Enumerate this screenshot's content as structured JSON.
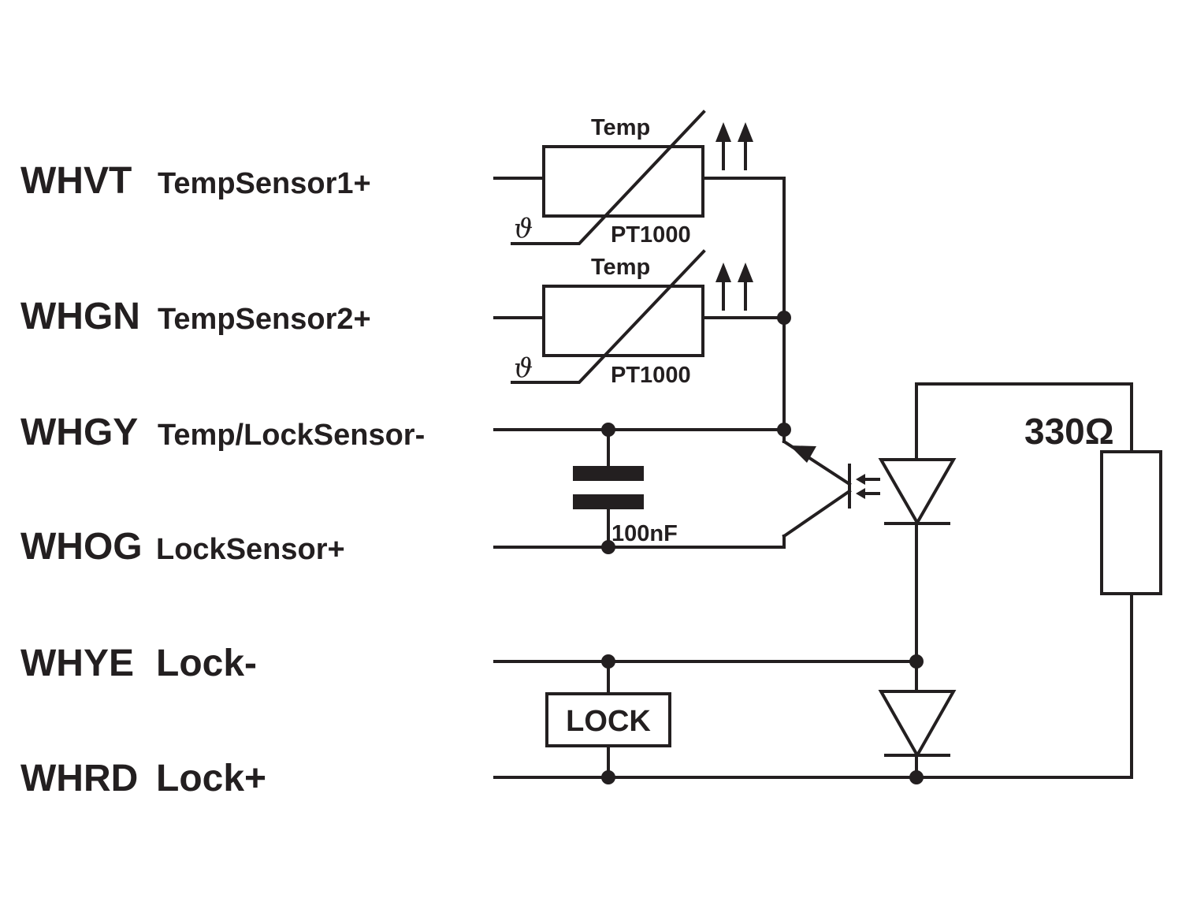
{
  "terminals": [
    {
      "code": "WHVT",
      "signal": "TempSensor1+"
    },
    {
      "code": "WHGN",
      "signal": "TempSensor2+"
    },
    {
      "code": "WHGY",
      "signal": "Temp/LockSensor-"
    },
    {
      "code": "WHOG",
      "signal": "LockSensor+"
    },
    {
      "code": "WHYE",
      "signal": "Lock-"
    },
    {
      "code": "WHRD",
      "signal": "Lock+"
    }
  ],
  "sensor1": {
    "top_label": "Temp",
    "part_label": "PT1000",
    "symbol": "ϑ"
  },
  "sensor2": {
    "top_label": "Temp",
    "part_label": "PT1000",
    "symbol": "ϑ"
  },
  "capacitor": {
    "label": "100nF"
  },
  "resistor": {
    "label": "330Ω"
  },
  "lock": {
    "label": "LOCK"
  },
  "colors": {
    "ink": "#231f20",
    "background": "#ffffff"
  }
}
